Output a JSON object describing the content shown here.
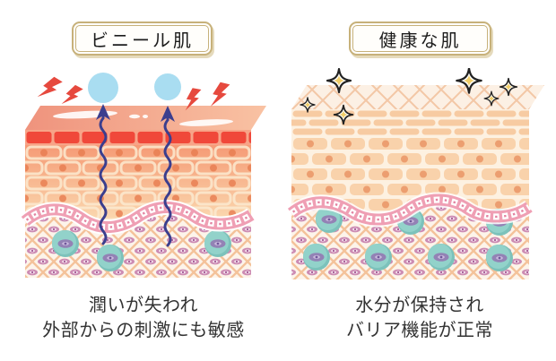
{
  "left_panel": {
    "label": "ビニール肌",
    "caption": {
      "line1": "潤いが失われ",
      "line2": "外部からの刺激にも敏感"
    }
  },
  "right_panel": {
    "label": "健康な肌",
    "caption": {
      "line1": "水分が保持され",
      "line2": "バリア機能が正常"
    }
  },
  "icons": {
    "lightning": "irritation-lightning-icon",
    "water_drop": "escaping-moisture-drop-icon",
    "wavy_arrow": "moisture-loss-arrow-icon",
    "sparkle": "healthy-glow-sparkle-icon"
  },
  "colors": {
    "label_border": "#c7b17a",
    "caption_text": "#333333",
    "lightning_red": "#e6493e",
    "water_drop_blue": "#a9ddf1",
    "arrow_navy": "#3b3e8e",
    "sparkle_gold": "#f2cf6b",
    "moisture_teal": "#92d2ca",
    "membrane_pink": "#ef9fb4",
    "damaged_surface_red": "#f0483a",
    "epidermis_peach": "#f9d2ab",
    "dermis_cream": "#fdf4ea"
  }
}
